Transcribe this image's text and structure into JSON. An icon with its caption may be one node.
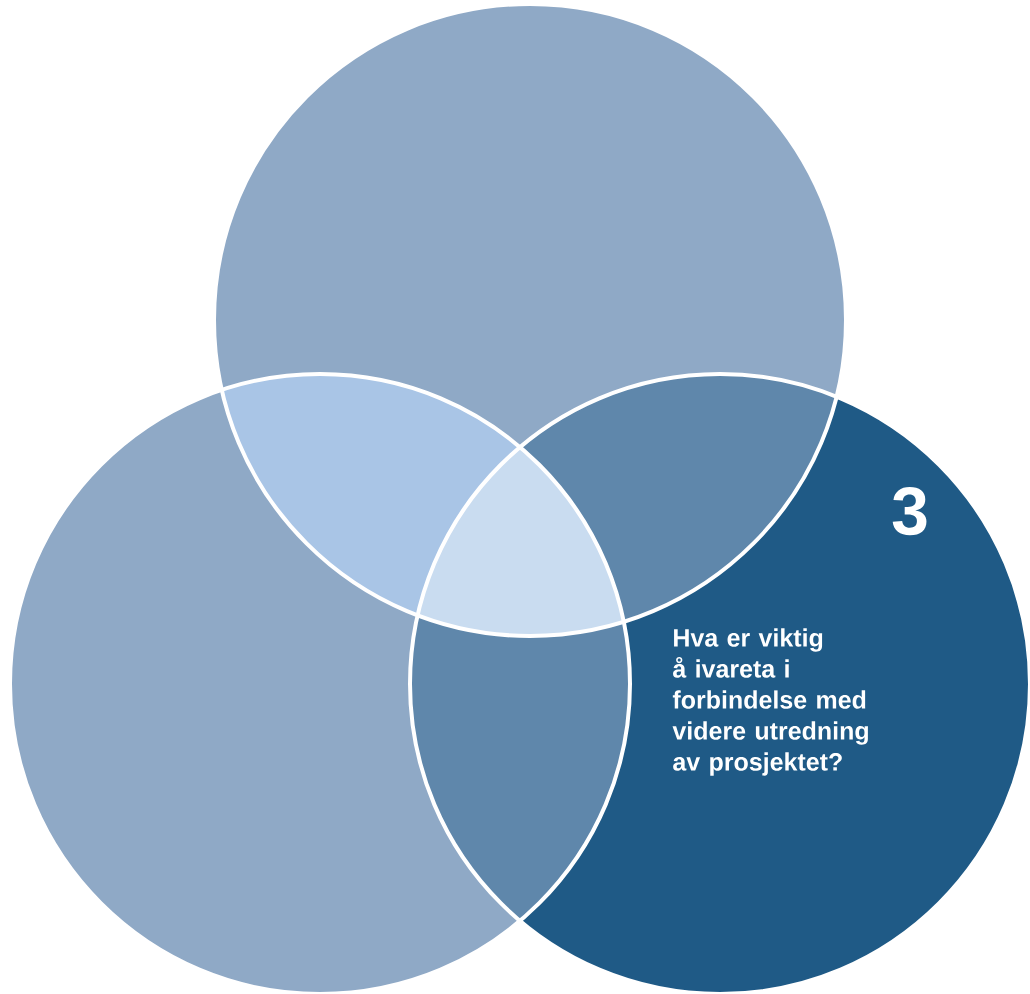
{
  "diagram": {
    "nodes": [
      {
        "text": [],
        "shape": "circle"
      },
      {
        "text": [],
        "shape": "circle"
      },
      {
        "text": [
          "3",
          "Hva er viktig å ivareta i forbindelse med videre utredning av prosjektet?"
        ]
      }
    ]
  }
}
